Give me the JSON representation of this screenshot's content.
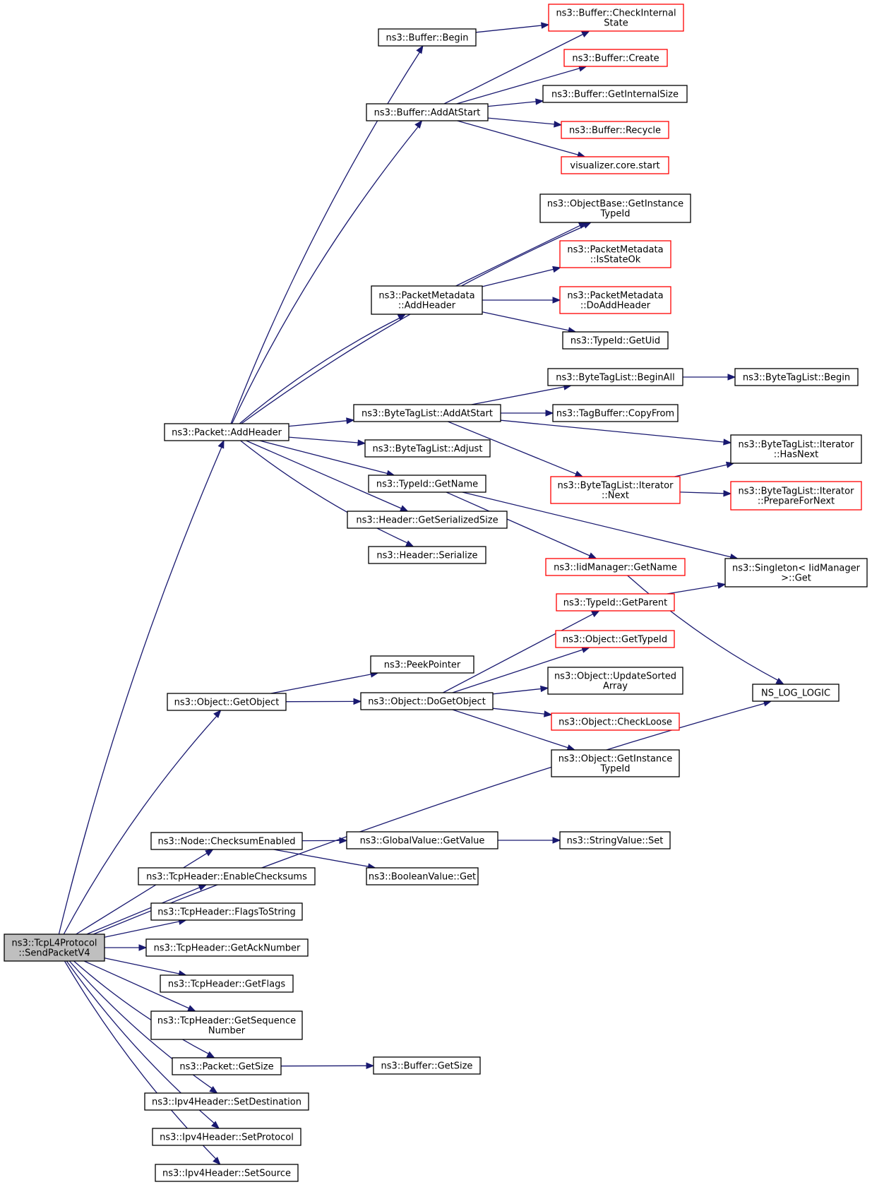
{
  "diagram": {
    "title": "",
    "nodes": [
      {
        "id": "send_v4",
        "lines": [
          "ns3::TcpL4Protocol",
          "::SendPacketV4"
        ],
        "style": "root"
      },
      {
        "id": "pkt_addheader",
        "lines": [
          "ns3::Packet::AddHeader"
        ],
        "style": "normal"
      },
      {
        "id": "obj_getobject",
        "lines": [
          "ns3::Object::GetObject"
        ],
        "style": "normal"
      },
      {
        "id": "node_checksum",
        "lines": [
          "ns3::Node::ChecksumEnabled"
        ],
        "style": "normal"
      },
      {
        "id": "tcp_enablecs",
        "lines": [
          "ns3::TcpHeader::EnableChecksums"
        ],
        "style": "normal"
      },
      {
        "id": "tcp_flagstostr",
        "lines": [
          "ns3::TcpHeader::FlagsToString"
        ],
        "style": "normal"
      },
      {
        "id": "tcp_getack",
        "lines": [
          "ns3::TcpHeader::GetAckNumber"
        ],
        "style": "normal"
      },
      {
        "id": "tcp_getflags",
        "lines": [
          "ns3::TcpHeader::GetFlags"
        ],
        "style": "normal"
      },
      {
        "id": "tcp_getseq",
        "lines": [
          "ns3::TcpHeader::GetSequence",
          "Number"
        ],
        "style": "normal"
      },
      {
        "id": "pkt_getsize",
        "lines": [
          "ns3::Packet::GetSize"
        ],
        "style": "normal"
      },
      {
        "id": "ip4_setdest",
        "lines": [
          "ns3::Ipv4Header::SetDestination"
        ],
        "style": "normal"
      },
      {
        "id": "ip4_setproto",
        "lines": [
          "ns3::Ipv4Header::SetProtocol"
        ],
        "style": "normal"
      },
      {
        "id": "ip4_setsrc",
        "lines": [
          "ns3::Ipv4Header::SetSource"
        ],
        "style": "normal"
      },
      {
        "id": "buf_begin",
        "lines": [
          "ns3::Buffer::Begin"
        ],
        "style": "normal"
      },
      {
        "id": "buf_addatstart",
        "lines": [
          "ns3::Buffer::AddAtStart"
        ],
        "style": "normal"
      },
      {
        "id": "pm_addheader",
        "lines": [
          "ns3::PacketMetadata",
          "::AddHeader"
        ],
        "style": "normal"
      },
      {
        "id": "btl_addatstart",
        "lines": [
          "ns3::ByteTagList::AddAtStart"
        ],
        "style": "normal"
      },
      {
        "id": "btl_adjust",
        "lines": [
          "ns3::ByteTagList::Adjust"
        ],
        "style": "normal"
      },
      {
        "id": "tid_getname",
        "lines": [
          "ns3::TypeId::GetName"
        ],
        "style": "normal"
      },
      {
        "id": "hdr_getsersize",
        "lines": [
          "ns3::Header::GetSerializedSize"
        ],
        "style": "normal"
      },
      {
        "id": "hdr_serialize",
        "lines": [
          "ns3::Header::Serialize"
        ],
        "style": "normal"
      },
      {
        "id": "peekpointer",
        "lines": [
          "ns3::PeekPointer"
        ],
        "style": "normal"
      },
      {
        "id": "obj_dogetobject",
        "lines": [
          "ns3::Object::DoGetObject"
        ],
        "style": "normal"
      },
      {
        "id": "gv_getvalue",
        "lines": [
          "ns3::GlobalValue::GetValue"
        ],
        "style": "normal"
      },
      {
        "id": "bool_get",
        "lines": [
          "ns3::BooleanValue::Get"
        ],
        "style": "normal"
      },
      {
        "id": "buf_getsize",
        "lines": [
          "ns3::Buffer::GetSize"
        ],
        "style": "normal"
      },
      {
        "id": "buf_checkstate",
        "lines": [
          "ns3::Buffer::CheckInternal",
          "State"
        ],
        "style": "red"
      },
      {
        "id": "buf_create",
        "lines": [
          "ns3::Buffer::Create"
        ],
        "style": "red"
      },
      {
        "id": "buf_getintsize",
        "lines": [
          "ns3::Buffer::GetInternalSize"
        ],
        "style": "normal"
      },
      {
        "id": "buf_recycle",
        "lines": [
          "ns3::Buffer::Recycle"
        ],
        "style": "red"
      },
      {
        "id": "vis_start",
        "lines": [
          "visualizer.core.start"
        ],
        "style": "red"
      },
      {
        "id": "ob_getinsttid",
        "lines": [
          "ns3::ObjectBase::GetInstance",
          "TypeId"
        ],
        "style": "normal"
      },
      {
        "id": "pm_isstateok",
        "lines": [
          "ns3::PacketMetadata",
          "::IsStateOk"
        ],
        "style": "red"
      },
      {
        "id": "pm_doaddheader",
        "lines": [
          "ns3::PacketMetadata",
          "::DoAddHeader"
        ],
        "style": "red"
      },
      {
        "id": "tid_getuid",
        "lines": [
          "ns3::TypeId::GetUid"
        ],
        "style": "normal"
      },
      {
        "id": "btl_beginall",
        "lines": [
          "ns3::ByteTagList::BeginAll"
        ],
        "style": "normal"
      },
      {
        "id": "tb_copyfrom",
        "lines": [
          "ns3::TagBuffer::CopyFrom"
        ],
        "style": "normal"
      },
      {
        "id": "btli_next",
        "lines": [
          "ns3::ByteTagList::Iterator",
          "::Next"
        ],
        "style": "red"
      },
      {
        "id": "iid_getname",
        "lines": [
          "ns3::IidManager::GetName"
        ],
        "style": "red"
      },
      {
        "id": "tid_getparent",
        "lines": [
          "ns3::TypeId::GetParent"
        ],
        "style": "red"
      },
      {
        "id": "obj_gettypeid",
        "lines": [
          "ns3::Object::GetTypeId"
        ],
        "style": "red"
      },
      {
        "id": "obj_updsorted",
        "lines": [
          "ns3::Object::UpdateSorted",
          "Array"
        ],
        "style": "normal"
      },
      {
        "id": "obj_checkloose",
        "lines": [
          "ns3::Object::CheckLoose"
        ],
        "style": "red"
      },
      {
        "id": "obj_getinsttid",
        "lines": [
          "ns3::Object::GetInstance",
          "TypeId"
        ],
        "style": "normal"
      },
      {
        "id": "sv_set",
        "lines": [
          "ns3::StringValue::Set"
        ],
        "style": "normal"
      },
      {
        "id": "btl_begin",
        "lines": [
          "ns3::ByteTagList::Begin"
        ],
        "style": "normal"
      },
      {
        "id": "btli_hasnext",
        "lines": [
          "ns3::ByteTagList::Iterator",
          "::HasNext"
        ],
        "style": "normal"
      },
      {
        "id": "btli_prepare",
        "lines": [
          "ns3::ByteTagList::Iterator",
          "::PrepareForNext"
        ],
        "style": "red"
      },
      {
        "id": "singleton_get",
        "lines": [
          "ns3::Singleton< IidManager",
          " >::Get"
        ],
        "style": "normal"
      },
      {
        "id": "ns_log_logic",
        "lines": [
          "NS_LOG_LOGIC"
        ],
        "style": "normal"
      }
    ],
    "edges": [
      [
        "send_v4",
        "pkt_addheader"
      ],
      [
        "send_v4",
        "obj_getobject"
      ],
      [
        "send_v4",
        "ns_log_logic"
      ],
      [
        "send_v4",
        "node_checksum"
      ],
      [
        "send_v4",
        "tcp_enablecs"
      ],
      [
        "send_v4",
        "tcp_flagstostr"
      ],
      [
        "send_v4",
        "tcp_getack"
      ],
      [
        "send_v4",
        "tcp_getflags"
      ],
      [
        "send_v4",
        "tcp_getseq"
      ],
      [
        "send_v4",
        "pkt_getsize"
      ],
      [
        "send_v4",
        "ip4_setdest"
      ],
      [
        "send_v4",
        "ip4_setproto"
      ],
      [
        "send_v4",
        "ip4_setsrc"
      ],
      [
        "pkt_addheader",
        "buf_begin"
      ],
      [
        "pkt_addheader",
        "buf_addatstart"
      ],
      [
        "pkt_addheader",
        "ob_getinsttid"
      ],
      [
        "pkt_addheader",
        "pm_addheader"
      ],
      [
        "pkt_addheader",
        "btl_addatstart"
      ],
      [
        "pkt_addheader",
        "btl_adjust"
      ],
      [
        "pkt_addheader",
        "tid_getname"
      ],
      [
        "pkt_addheader",
        "hdr_getsersize"
      ],
      [
        "pkt_addheader",
        "hdr_serialize"
      ],
      [
        "buf_begin",
        "buf_checkstate"
      ],
      [
        "buf_addatstart",
        "buf_checkstate"
      ],
      [
        "buf_addatstart",
        "buf_create"
      ],
      [
        "buf_addatstart",
        "buf_getintsize"
      ],
      [
        "buf_addatstart",
        "buf_recycle"
      ],
      [
        "buf_addatstart",
        "vis_start"
      ],
      [
        "pm_addheader",
        "ob_getinsttid"
      ],
      [
        "pm_addheader",
        "pm_isstateok"
      ],
      [
        "pm_addheader",
        "pm_doaddheader"
      ],
      [
        "pm_addheader",
        "tid_getuid"
      ],
      [
        "btl_addatstart",
        "btl_beginall"
      ],
      [
        "btl_addatstart",
        "tb_copyfrom"
      ],
      [
        "btl_addatstart",
        "btli_hasnext"
      ],
      [
        "btl_addatstart",
        "btli_next"
      ],
      [
        "btl_beginall",
        "btl_begin"
      ],
      [
        "btli_next",
        "btli_hasnext"
      ],
      [
        "btli_next",
        "btli_prepare"
      ],
      [
        "tid_getname",
        "iid_getname"
      ],
      [
        "tid_getname",
        "singleton_get"
      ],
      [
        "iid_getname",
        "ns_log_logic"
      ],
      [
        "tid_getparent",
        "singleton_get"
      ],
      [
        "obj_getobject",
        "peekpointer"
      ],
      [
        "obj_getobject",
        "obj_dogetobject"
      ],
      [
        "obj_dogetobject",
        "tid_getparent"
      ],
      [
        "obj_dogetobject",
        "obj_gettypeid"
      ],
      [
        "obj_dogetobject",
        "obj_updsorted"
      ],
      [
        "obj_dogetobject",
        "obj_checkloose"
      ],
      [
        "obj_dogetobject",
        "obj_getinsttid"
      ],
      [
        "node_checksum",
        "gv_getvalue"
      ],
      [
        "node_checksum",
        "bool_get"
      ],
      [
        "gv_getvalue",
        "sv_set"
      ],
      [
        "pkt_getsize",
        "buf_getsize"
      ]
    ]
  }
}
